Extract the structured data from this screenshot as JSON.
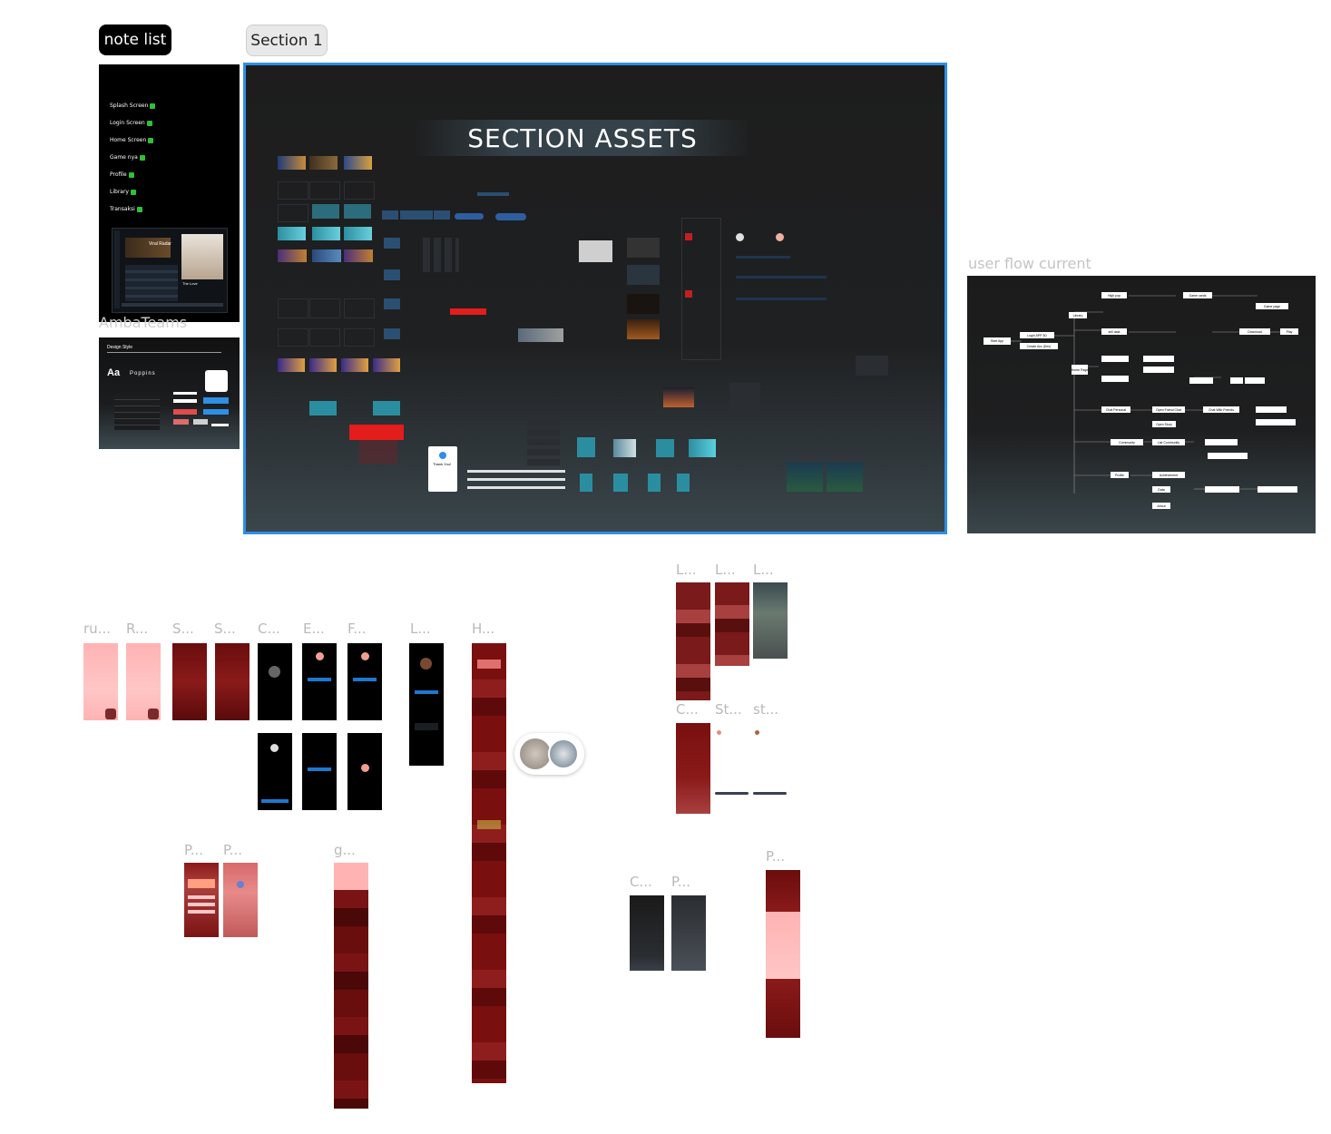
{
  "labels": {
    "note_list": "note list",
    "section1": "Section 1",
    "user_flow": "user flow current",
    "amba_teams": "AmbaTeams"
  },
  "note_list": {
    "items": [
      {
        "label": "Splash Screen"
      },
      {
        "label": "Login Screen"
      },
      {
        "label": "Home Screen"
      },
      {
        "label": "Game nya"
      },
      {
        "label": "Profile"
      },
      {
        "label": "Library"
      },
      {
        "label": "Transaksi"
      }
    ],
    "preview": {
      "title": "Viral Radar",
      "caption": "The Love"
    }
  },
  "design_style": {
    "title": "Design Style",
    "font_sample": "Aa",
    "font_name": "Poppins"
  },
  "section_assets": {
    "title": "SECTION ASSETS",
    "thank_you": "Thank You!"
  },
  "user_flow": {
    "nodes": [
      "Start App",
      "Login APP 3D",
      "Create Acc (Dev)",
      "Library",
      "Home Page",
      "High pop",
      "sell data",
      "Game cards",
      "Game page",
      "Download",
      "Play",
      "Chat Personal",
      "Open Friend Chat",
      "Chat With Friends",
      "Open Story",
      "Community",
      "List Community",
      "Profile",
      "Achievement",
      "Data",
      "About"
    ]
  },
  "frames": {
    "row1": [
      "ru...",
      "R...",
      "S...",
      "S...",
      "C...",
      "E...",
      "F...",
      "L...",
      "H..."
    ],
    "row_top_right": [
      "L...",
      "L...",
      "L..."
    ],
    "row_mid_right": [
      "C...",
      "St...",
      "st..."
    ],
    "bottom_left": [
      "P...",
      "P..."
    ],
    "bottom_mid": [
      "g..."
    ],
    "bottom_right": [
      "C...",
      "P...",
      "P..."
    ]
  },
  "colors": {
    "accent": "#2f8fe6",
    "check": "#2fbf39",
    "red_theme": "#7a1414",
    "pink_theme": "#ffb3b3"
  }
}
